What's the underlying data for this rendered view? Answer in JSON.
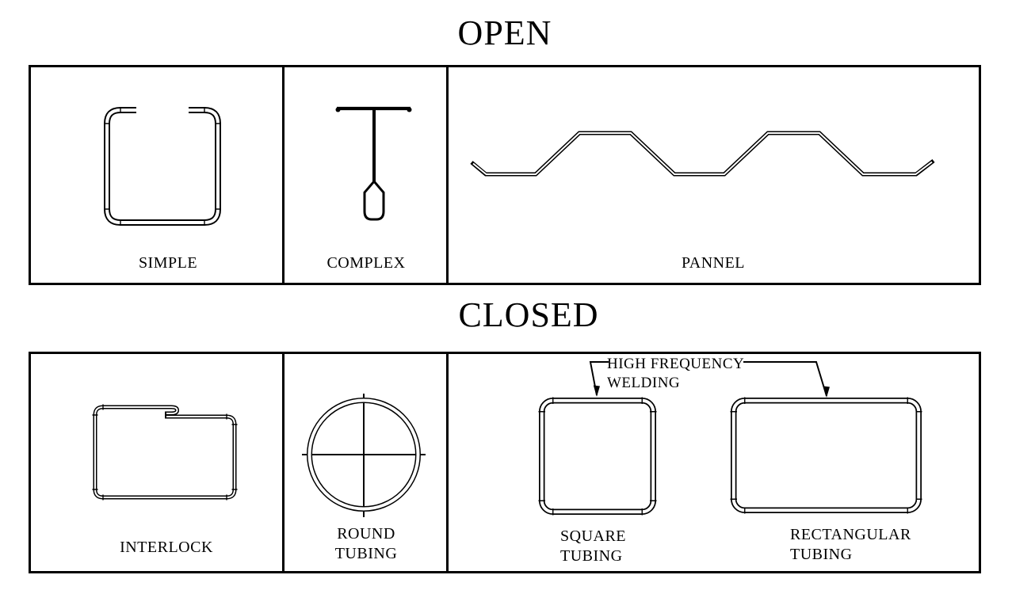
{
  "colors": {
    "line": "#000000",
    "background": "#ffffff"
  },
  "sections": {
    "open": {
      "title": "OPEN",
      "simple": {
        "label": "SIMPLE"
      },
      "complex": {
        "label": "COMPLEX"
      },
      "pannel": {
        "label": "PANNEL"
      }
    },
    "closed": {
      "title": "CLOSED",
      "interlock": {
        "label": "INTERLOCK"
      },
      "round_tubing": {
        "label_line1": "ROUND",
        "label_line2": "TUBING"
      },
      "square_tubing": {
        "label_line1": "SQUARE",
        "label_line2": "TUBING"
      },
      "rectangular_tubing": {
        "label_line1": "RECTANGULAR",
        "label_line2": "TUBING"
      },
      "weld_annotation": {
        "line1": "HIGH FREQUENCY",
        "line2": "WELDING"
      }
    }
  }
}
